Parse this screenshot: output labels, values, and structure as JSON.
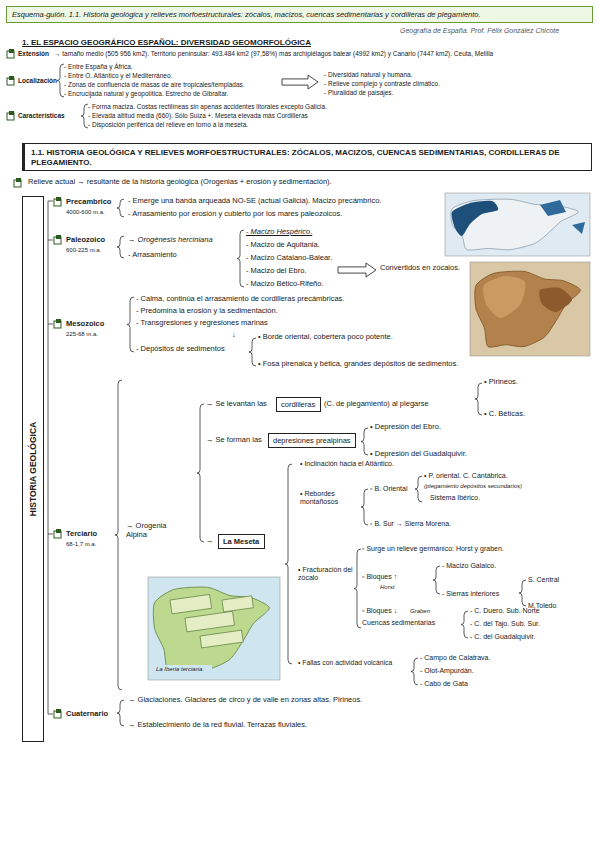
{
  "diagram": {
    "title": "Esquema-guión. 1.1. Historia geológica y relieves morfoestructurales: zócalos, macizos, cuencas sedimentarias y cordilleras de plegamiento.",
    "nodes": [
      {
        "text": [
          "1.1. HISTORIA GEOLÓGICA Y RELIEVES MORFOESTRUCTURALES: ZÓCALOS, MACIZOS, CUENCAS SEDIMENTARIAS, CORDILLERAS DE PLEGAMIENTO."
        ]
      },
      {
        "text": [
          "HISTORIA GEOLÓGICA"
        ]
      },
      {
        "text": [
          "cordilleras"
        ]
      },
      {
        "text": [
          "depresiones prealpinas"
        ]
      },
      {
        "text": [
          "La Meseta"
        ]
      }
    ],
    "labels": [
      "Geografía de España. Prof. Félix González Chicote",
      "1. EL ESPACIO GEOGRÁFICO ESPAÑOL: DIVERSIDAD GEOMORFOLÓGICA",
      "Extensión",
      "→ tamaño medio (505 956 km2). Territorio peninsular: 493.484 km2 (97,58%) más archipiélagos balear (4992 km2) y Canario (7447 km2). Ceuta, Melilla",
      "Localización",
      "- Entre España y África.",
      "- Entre O. Atlántico y el Mediterráneo.",
      "- Zonas de confluencia de masas de aire tropicales/templadas.",
      "- Encrucijada natural y geopolítica. Estrecho de Gibraltar.",
      "- Diversidad natural y humana.",
      "- Relieve complejo y contraste climático.",
      "- Pluralidad de paisajes.",
      "Características",
      "- Forma maciza. Costas rectilíneas sin apenas accidentes litorales excepto Galicia.",
      "- Elevada altitud media (660). Sólo Suiza +. Meseta elevada más Cordilleras",
      "- Disposición periférica del relieve en torno a la meseta.",
      "Relieve actual → resultante de la historia geológica (Orogenias + erosión y sedimentación).",
      "Precambrico",
      "4000-600 m.a.",
      "- Emerge una banda arqueada NO-SE (actual Galicia). Macizo precámbrico.",
      "- Arrasamiento por erosión y cubierto por los mares paleozoicos.",
      "Paleozoico",
      "600-225 m.a.",
      "→ Orogénesis herciniana",
      "- Arrasamiento",
      "- Macizo Hespérico.",
      "- Macizo de Aquitania.",
      "- Macizo Catalano-Balear.",
      "- Macizo del Ebro.",
      "- Macizo Bético-Rifeño.",
      "Convertidos en zócalos.",
      "Mesozoico",
      "225-68 m.a.",
      "- Calma, continúa el arrasamiento de cordilleras precámbricas.",
      "- Predomina la erosión y la sedimentación.",
      "- Transgresiones y regresiones marinas",
      "↓",
      "- Depósitos de sedimentos",
      "• Borde oriental, cobertera poco potente.",
      "• Fosa pirenaica y bética, grandes depósitos de sedimentos.",
      "Terciario",
      "68-1,7 m.a.",
      "→ Orogenia Alpina",
      "→ Se levantan las",
      "(C. de plegamiento) al plegarse",
      "• Pirineos.",
      "• C. Béticas.",
      "→ Se forman las",
      "• Depresión del Ebro.",
      "• Depresión del Guadalquivir.",
      "→",
      "• Inclinación hacia el Atlántico.",
      "• Rebordes montañosos",
      "▫ B. Oriental",
      "• P. oriental. C. Cantábrica.",
      "(plegamiento depósitos secundarios)",
      "Sistema Ibérico.",
      "▫ B. Sur → Sierra Morena.",
      "• Fracturación del zócalo",
      "▫ Surge un relieve germánico: Horst y graben.",
      "▫ Bloques ↑",
      "Horst",
      "- Macizo Galaico.",
      "- Sierras interiores",
      "S. Central",
      "M.Toledo",
      "▫ Bloques ↓",
      "Graben",
      "Cuencas sedimentarias",
      "- C. Duero. Sub. Norte",
      "- C. del Tajo. Sub. Sur.",
      "- C. del Guadalquivir.",
      "• Fallas con actividad volcánica",
      "- Campo de Calatrava.",
      "- Olot-Ampurdán.",
      "- Cabo de Gata",
      "La Iberia terciaria.",
      "Cuaternario",
      "→ Glaciaciones. Glaciares de circo y de valle en zonas altas. Pirineos.",
      "→ Establecimiento de la red fluvial. Terrazas fluviales."
    ]
  }
}
